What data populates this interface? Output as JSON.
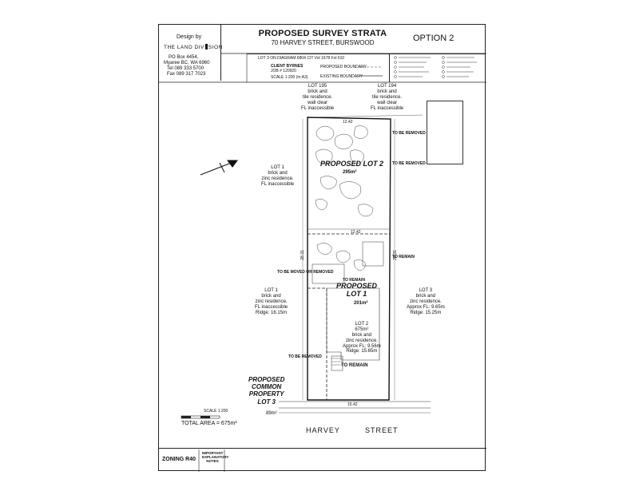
{
  "header": {
    "title": "PROPOSED SURVEY STRATA",
    "address": "70 HARVEY STREET, BURSWOOD",
    "option": "OPTION 2"
  },
  "designer": {
    "design_by": "Design by",
    "company_a": "THE LAND DIV",
    "company_b": "SION",
    "po_box": "PO Box 4454,",
    "suburb": "Myaree BC, WA 6960",
    "tel": "Tel 089 333 5700",
    "fax": "Fax 089 317 7023"
  },
  "info": {
    "diagram": "LOT 3 ON DIAGRAM 6804  CIT Vol 1678  Fol 610",
    "client": "CLIENT BYRNES",
    "job": "JOB # 120920",
    "scale": "SCALE 1:200 (m A3)",
    "proposed_boundary": "PROPOSED BOUNDARY",
    "existing_boundary": "EXISTING BOUNDARY"
  },
  "lots": {
    "lot195": [
      "LOT 195",
      "brick and",
      "tile residence.",
      "wall clear",
      "FL inaccessible"
    ],
    "lot194": [
      "LOT 194",
      "brick and",
      "tile residence.",
      "wall clear",
      "FL inaccessible"
    ],
    "lot1_upper": [
      "LOT 1",
      "brick and",
      "zinc residence.",
      "FL inaccessible"
    ],
    "lot1_lower": [
      "LOT 1",
      "brick and",
      "zinc residence.",
      "FL inaccessible",
      "Ridge: 16.15m"
    ],
    "lot3": [
      "LOT 3",
      "brick and",
      "zinc residence.",
      "Approx FL: 9.65m",
      "Ridge: 15.25m"
    ],
    "lot2_house": [
      "LOT 2",
      "675m²",
      "brick and",
      "zinc residence.",
      "Approx FL: 9.56m",
      "Ridge: 15.65m"
    ]
  },
  "proposed": {
    "lot2": "PROPOSED LOT 2",
    "lot2_area": "295m²",
    "lot1_a": "PROPOSED",
    "lot1_b": "LOT 1",
    "lot1_area": "201m²",
    "common_a": "PROPOSED",
    "common_b": "COMMON",
    "common_c": "PROPERTY",
    "common_d": "LOT 3",
    "common_area": "89m²"
  },
  "notes": {
    "to_be_removed": "TO BE REMOVED",
    "to_remain": "TO REMAIN",
    "to_be_moved": "TO BE MOVED OR REMOVED",
    "dim_top": "12.42",
    "dim_mid": "12.42",
    "dim_bottom": "15.42",
    "dim_left": "28.31",
    "dim_right": "28.31"
  },
  "bottom": {
    "scale_bar": "SCALE 1:200",
    "total_area": "TOTAL AREA = 675m²",
    "street_a": "HARVEY",
    "street_b": "STREET",
    "zoning": "ZONING R40",
    "important_notes": "IMPORTANT EXPLANATORY NOTES"
  }
}
